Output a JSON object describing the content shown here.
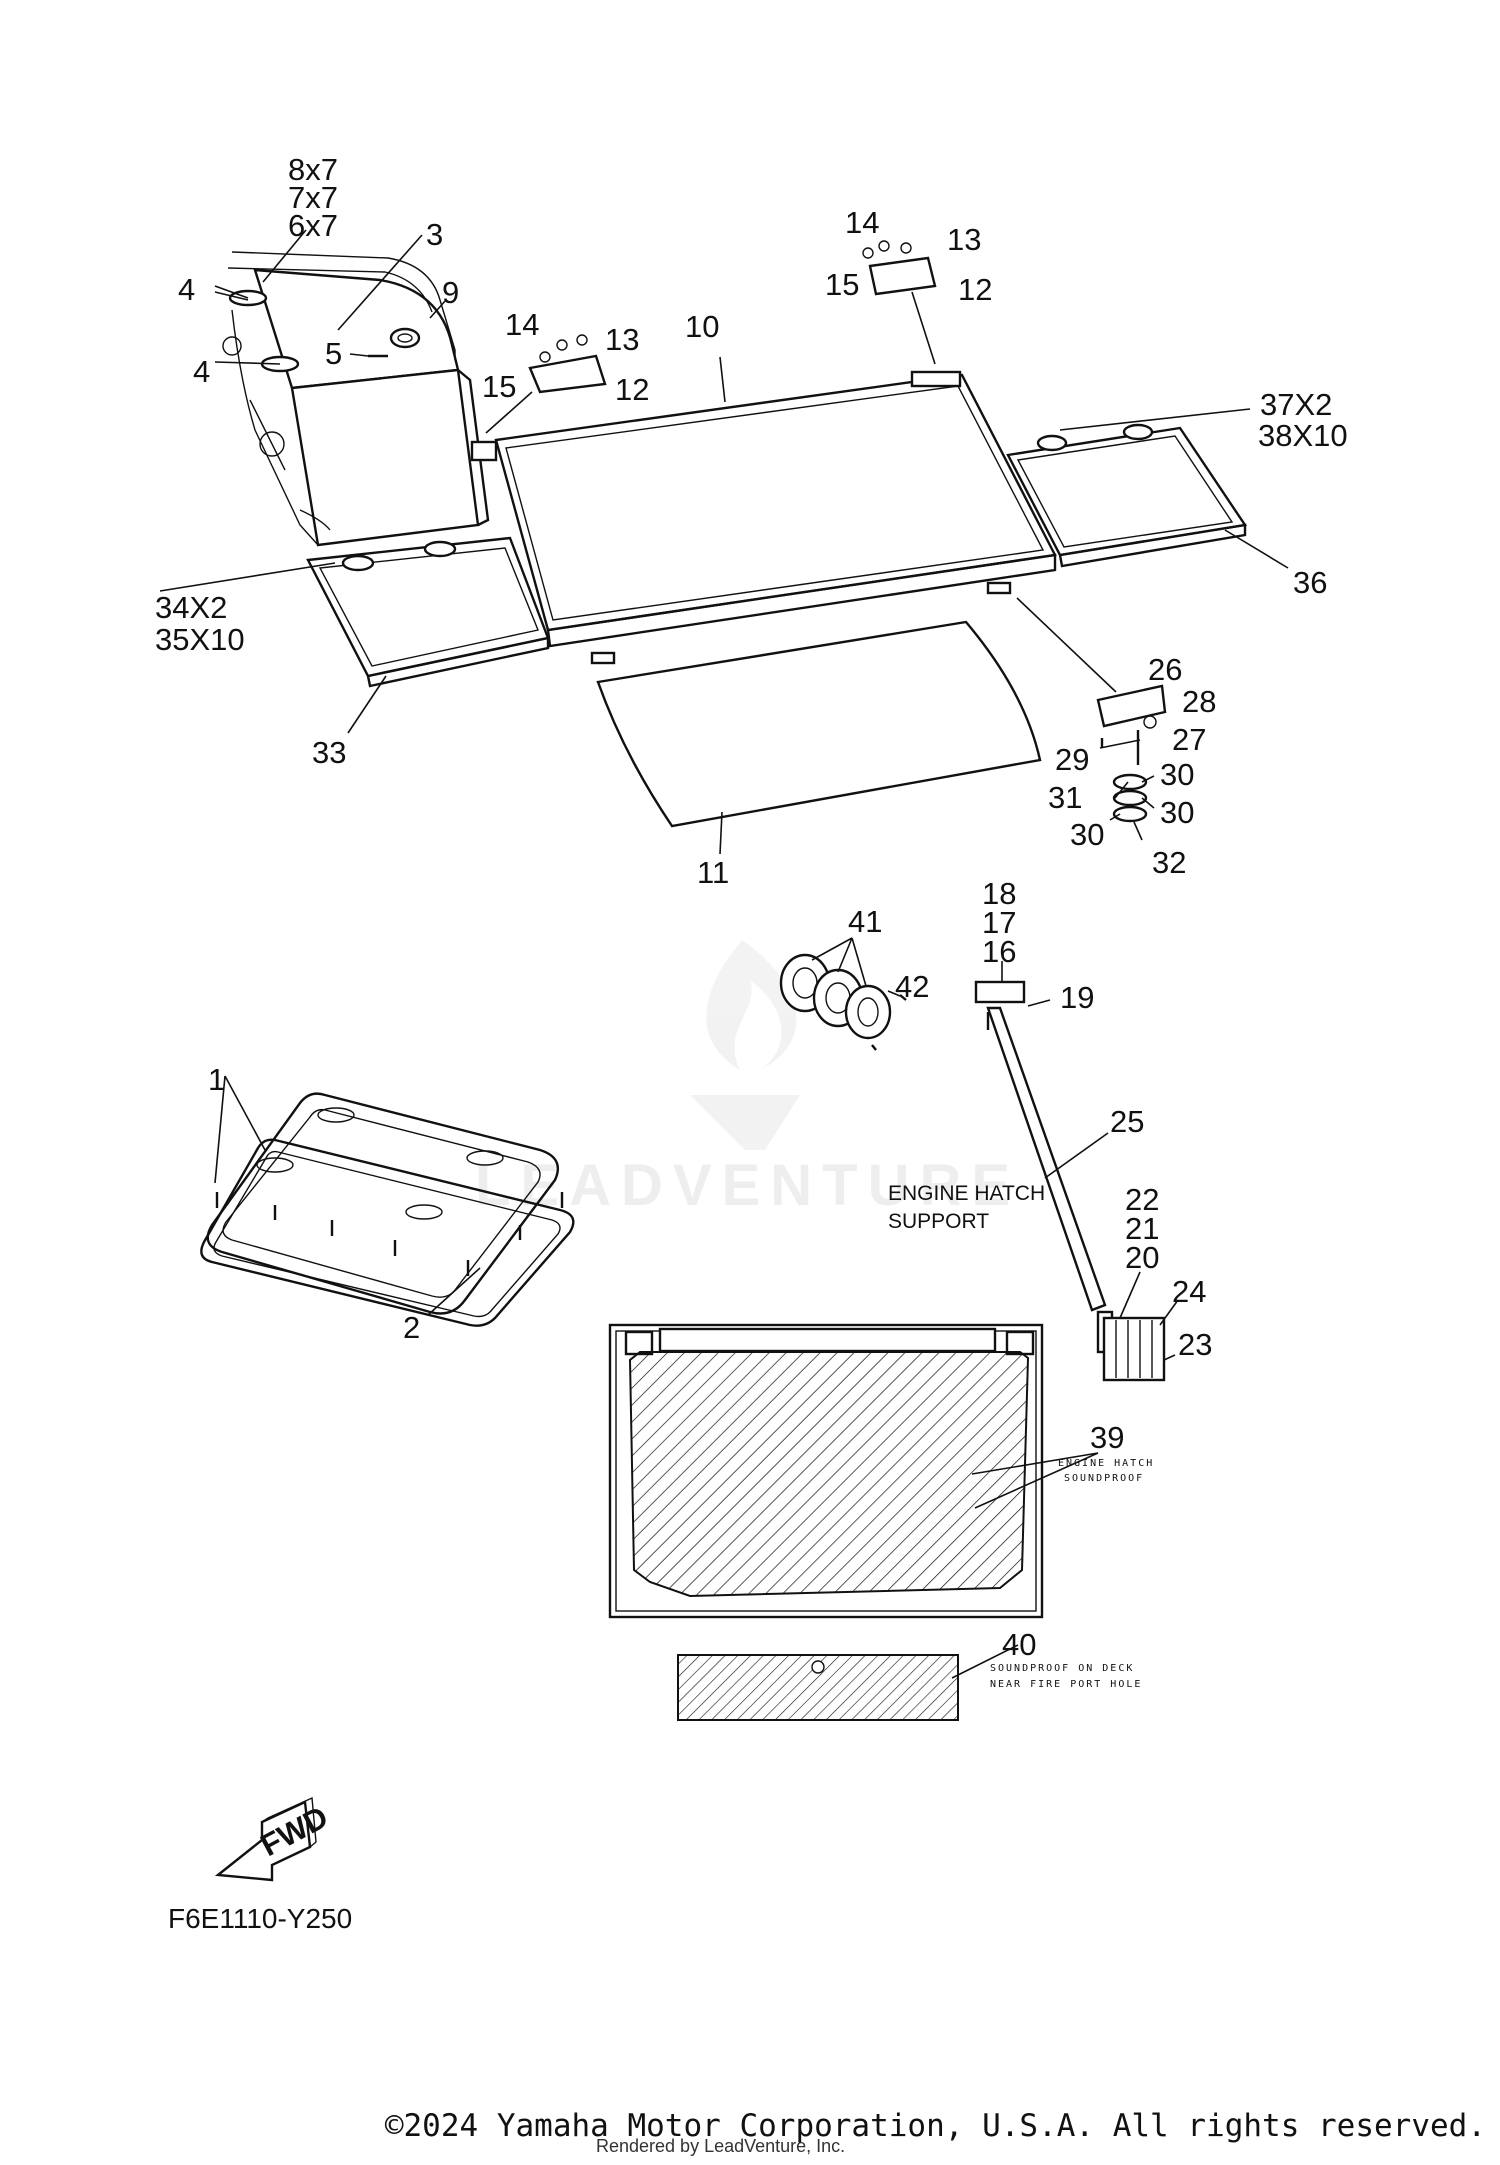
{
  "diagram": {
    "part_labels": [
      "8x7",
      "7x7",
      "6x7",
      "3",
      "9",
      "4",
      "4",
      "5",
      "14",
      "13",
      "15",
      "12",
      "14",
      "13",
      "15",
      "12",
      "10",
      "37X2",
      "38X10",
      "36",
      "34X2",
      "35X10",
      "33",
      "11",
      "26",
      "28",
      "27",
      "29",
      "30",
      "31",
      "30",
      "30",
      "32",
      "41",
      "42",
      "18",
      "17",
      "16",
      "19",
      "25",
      "1",
      "2",
      "22",
      "21",
      "20",
      "24",
      "23",
      "39",
      "40"
    ],
    "notes": {
      "engine_hatch_support_line1": "ENGINE HATCH",
      "engine_hatch_support_line2": "SUPPORT",
      "soundproof_line1": "ENGINE HATCH",
      "soundproof_line2": "SOUNDPROOF",
      "deck_line1": "SOUNDPROOF ON DECK",
      "deck_line2": "NEAR FIRE PORT HOLE"
    },
    "fwd_label": "FWD",
    "figure_code": "F6E1110-Y250"
  },
  "watermark": {
    "text": "LEADVENTURE"
  },
  "footer": {
    "copyright": "©2024 Yamaha Motor Corporation, U.S.A. All rights reserved.",
    "rendered_by": "Rendered by LeadVenture, Inc."
  }
}
